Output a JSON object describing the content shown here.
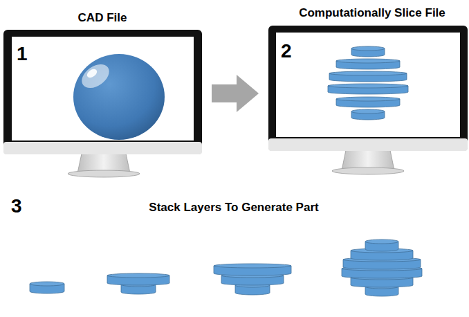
{
  "diagram": {
    "labels": [
      "CAD File",
      "1",
      "Computationally Slice File",
      "2",
      "3",
      "Stack Layers To Generate Part"
    ]
  }
}
